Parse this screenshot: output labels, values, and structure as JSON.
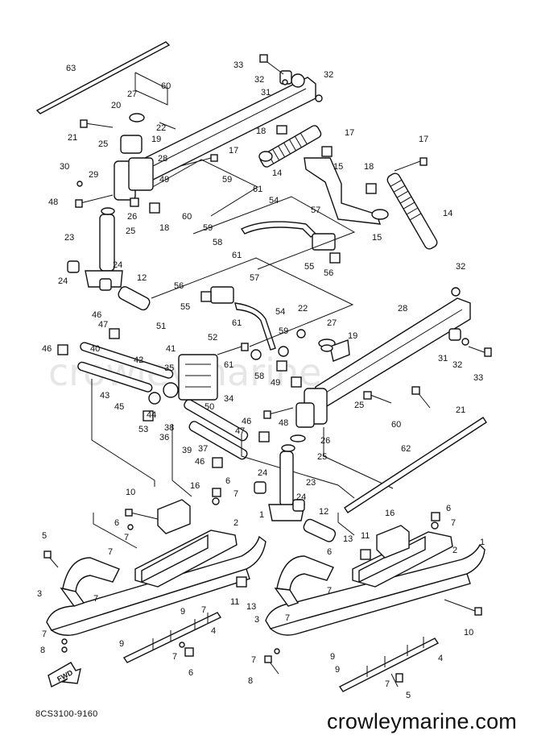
{
  "watermark": "crowleymarine",
  "document_code": "8CS3100-9160",
  "site_name": "crowleymarine.com",
  "fwd_label": "FWD",
  "callouts": [
    {
      "id": "c63a",
      "n": "63"
    },
    {
      "id": "c33a",
      "n": "33"
    },
    {
      "id": "c32a",
      "n": "32"
    },
    {
      "id": "c32b",
      "n": "32"
    },
    {
      "id": "c31a",
      "n": "31"
    },
    {
      "id": "c60a",
      "n": "60"
    },
    {
      "id": "c27a",
      "n": "27"
    },
    {
      "id": "c20a",
      "n": "20"
    },
    {
      "id": "c22a",
      "n": "22"
    },
    {
      "id": "c21a",
      "n": "21"
    },
    {
      "id": "c19a",
      "n": "19"
    },
    {
      "id": "c25a",
      "n": "25"
    },
    {
      "id": "c18a",
      "n": "18"
    },
    {
      "id": "c17a",
      "n": "17"
    },
    {
      "id": "c17b",
      "n": "17"
    },
    {
      "id": "c17c",
      "n": "17"
    },
    {
      "id": "c30a",
      "n": "30"
    },
    {
      "id": "c29a",
      "n": "29"
    },
    {
      "id": "c28a",
      "n": "28"
    },
    {
      "id": "c49a",
      "n": "49"
    },
    {
      "id": "c14a",
      "n": "14"
    },
    {
      "id": "c15a",
      "n": "15"
    },
    {
      "id": "c18b",
      "n": "18"
    },
    {
      "id": "c48a",
      "n": "48"
    },
    {
      "id": "c26a",
      "n": "26"
    },
    {
      "id": "c18c",
      "n": "18"
    },
    {
      "id": "c60b",
      "n": "60"
    },
    {
      "id": "c59a",
      "n": "59"
    },
    {
      "id": "c61a",
      "n": "61"
    },
    {
      "id": "c54a",
      "n": "54"
    },
    {
      "id": "c57a",
      "n": "57"
    },
    {
      "id": "c14b",
      "n": "14"
    },
    {
      "id": "c59b",
      "n": "59"
    },
    {
      "id": "c58a",
      "n": "58"
    },
    {
      "id": "c15b",
      "n": "15"
    },
    {
      "id": "c25b",
      "n": "25"
    },
    {
      "id": "c23a",
      "n": "23"
    },
    {
      "id": "c61b",
      "n": "61"
    },
    {
      "id": "c55a",
      "n": "55"
    },
    {
      "id": "c56a",
      "n": "56"
    },
    {
      "id": "c24a",
      "n": "24"
    },
    {
      "id": "c24b",
      "n": "24"
    },
    {
      "id": "c12a",
      "n": "12"
    },
    {
      "id": "c32c",
      "n": "32"
    },
    {
      "id": "c56b",
      "n": "56"
    },
    {
      "id": "c57b",
      "n": "57"
    },
    {
      "id": "c55b",
      "n": "55"
    },
    {
      "id": "c54b",
      "n": "54"
    },
    {
      "id": "c28b",
      "n": "28"
    },
    {
      "id": "c46a",
      "n": "46"
    },
    {
      "id": "c47a",
      "n": "47"
    },
    {
      "id": "c22b",
      "n": "22"
    },
    {
      "id": "c51a",
      "n": "51"
    },
    {
      "id": "c61c",
      "n": "61"
    },
    {
      "id": "c27b",
      "n": "27"
    },
    {
      "id": "c59c",
      "n": "59"
    },
    {
      "id": "c19b",
      "n": "19"
    },
    {
      "id": "c46b",
      "n": "46"
    },
    {
      "id": "c40a",
      "n": "40"
    },
    {
      "id": "c52a",
      "n": "52"
    },
    {
      "id": "c41a",
      "n": "41"
    },
    {
      "id": "c31b",
      "n": "31"
    },
    {
      "id": "c32d",
      "n": "32"
    },
    {
      "id": "c33b",
      "n": "33"
    },
    {
      "id": "c42a",
      "n": "42"
    },
    {
      "id": "c35a",
      "n": "35"
    },
    {
      "id": "c61d",
      "n": "61"
    },
    {
      "id": "c58b",
      "n": "58"
    },
    {
      "id": "c43a",
      "n": "43"
    },
    {
      "id": "c49b",
      "n": "49"
    },
    {
      "id": "c34a",
      "n": "34"
    },
    {
      "id": "c25c",
      "n": "25"
    },
    {
      "id": "c45a",
      "n": "45"
    },
    {
      "id": "c44a",
      "n": "44"
    },
    {
      "id": "c50a",
      "n": "50"
    },
    {
      "id": "c21b",
      "n": "21"
    },
    {
      "id": "c48b",
      "n": "48"
    },
    {
      "id": "c60c",
      "n": "60"
    },
    {
      "id": "c53a",
      "n": "53"
    },
    {
      "id": "c38a",
      "n": "38"
    },
    {
      "id": "c36a",
      "n": "36"
    },
    {
      "id": "c46c",
      "n": "46"
    },
    {
      "id": "c47b",
      "n": "47"
    },
    {
      "id": "c26b",
      "n": "26"
    },
    {
      "id": "c39a",
      "n": "39"
    },
    {
      "id": "c37a",
      "n": "37"
    },
    {
      "id": "c25d",
      "n": "25"
    },
    {
      "id": "c62a",
      "n": "62"
    },
    {
      "id": "c46d",
      "n": "46"
    },
    {
      "id": "c24c",
      "n": "24"
    },
    {
      "id": "c23b",
      "n": "23"
    },
    {
      "id": "c24d",
      "n": "24"
    },
    {
      "id": "c10a",
      "n": "10"
    },
    {
      "id": "c16a",
      "n": "16"
    },
    {
      "id": "c6a",
      "n": "6"
    },
    {
      "id": "c7a",
      "n": "7"
    },
    {
      "id": "c6b",
      "n": "6"
    },
    {
      "id": "c2a",
      "n": "2"
    },
    {
      "id": "c1a",
      "n": "1"
    },
    {
      "id": "c12b",
      "n": "12"
    },
    {
      "id": "c16b",
      "n": "16"
    },
    {
      "id": "c6c",
      "n": "6"
    },
    {
      "id": "c7b",
      "n": "7"
    },
    {
      "id": "c5a",
      "n": "5"
    },
    {
      "id": "c7c",
      "n": "7"
    },
    {
      "id": "c13a",
      "n": "13"
    },
    {
      "id": "c11a",
      "n": "11"
    },
    {
      "id": "c1b",
      "n": "1"
    },
    {
      "id": "c6d",
      "n": "6"
    },
    {
      "id": "c2b",
      "n": "2"
    },
    {
      "id": "c7d",
      "n": "7"
    },
    {
      "id": "c3a",
      "n": "3"
    },
    {
      "id": "c7e",
      "n": "7"
    },
    {
      "id": "c11b",
      "n": "11"
    },
    {
      "id": "c13b",
      "n": "13"
    },
    {
      "id": "c7f",
      "n": "7"
    },
    {
      "id": "c9a",
      "n": "9"
    },
    {
      "id": "c4a",
      "n": "4"
    },
    {
      "id": "c7g",
      "n": "7"
    },
    {
      "id": "c3b",
      "n": "3"
    },
    {
      "id": "c7h",
      "n": "7"
    },
    {
      "id": "c10b",
      "n": "10"
    },
    {
      "id": "c9b",
      "n": "9"
    },
    {
      "id": "c8a",
      "n": "8"
    },
    {
      "id": "c7i",
      "n": "7"
    },
    {
      "id": "c6e",
      "n": "6"
    },
    {
      "id": "c9c",
      "n": "9"
    },
    {
      "id": "c4b",
      "n": "4"
    },
    {
      "id": "c7j",
      "n": "7"
    },
    {
      "id": "c9d",
      "n": "9"
    },
    {
      "id": "c7k",
      "n": "7"
    },
    {
      "id": "c8b",
      "n": "8"
    },
    {
      "id": "c7l",
      "n": "7"
    },
    {
      "id": "c5b",
      "n": "5"
    }
  ]
}
